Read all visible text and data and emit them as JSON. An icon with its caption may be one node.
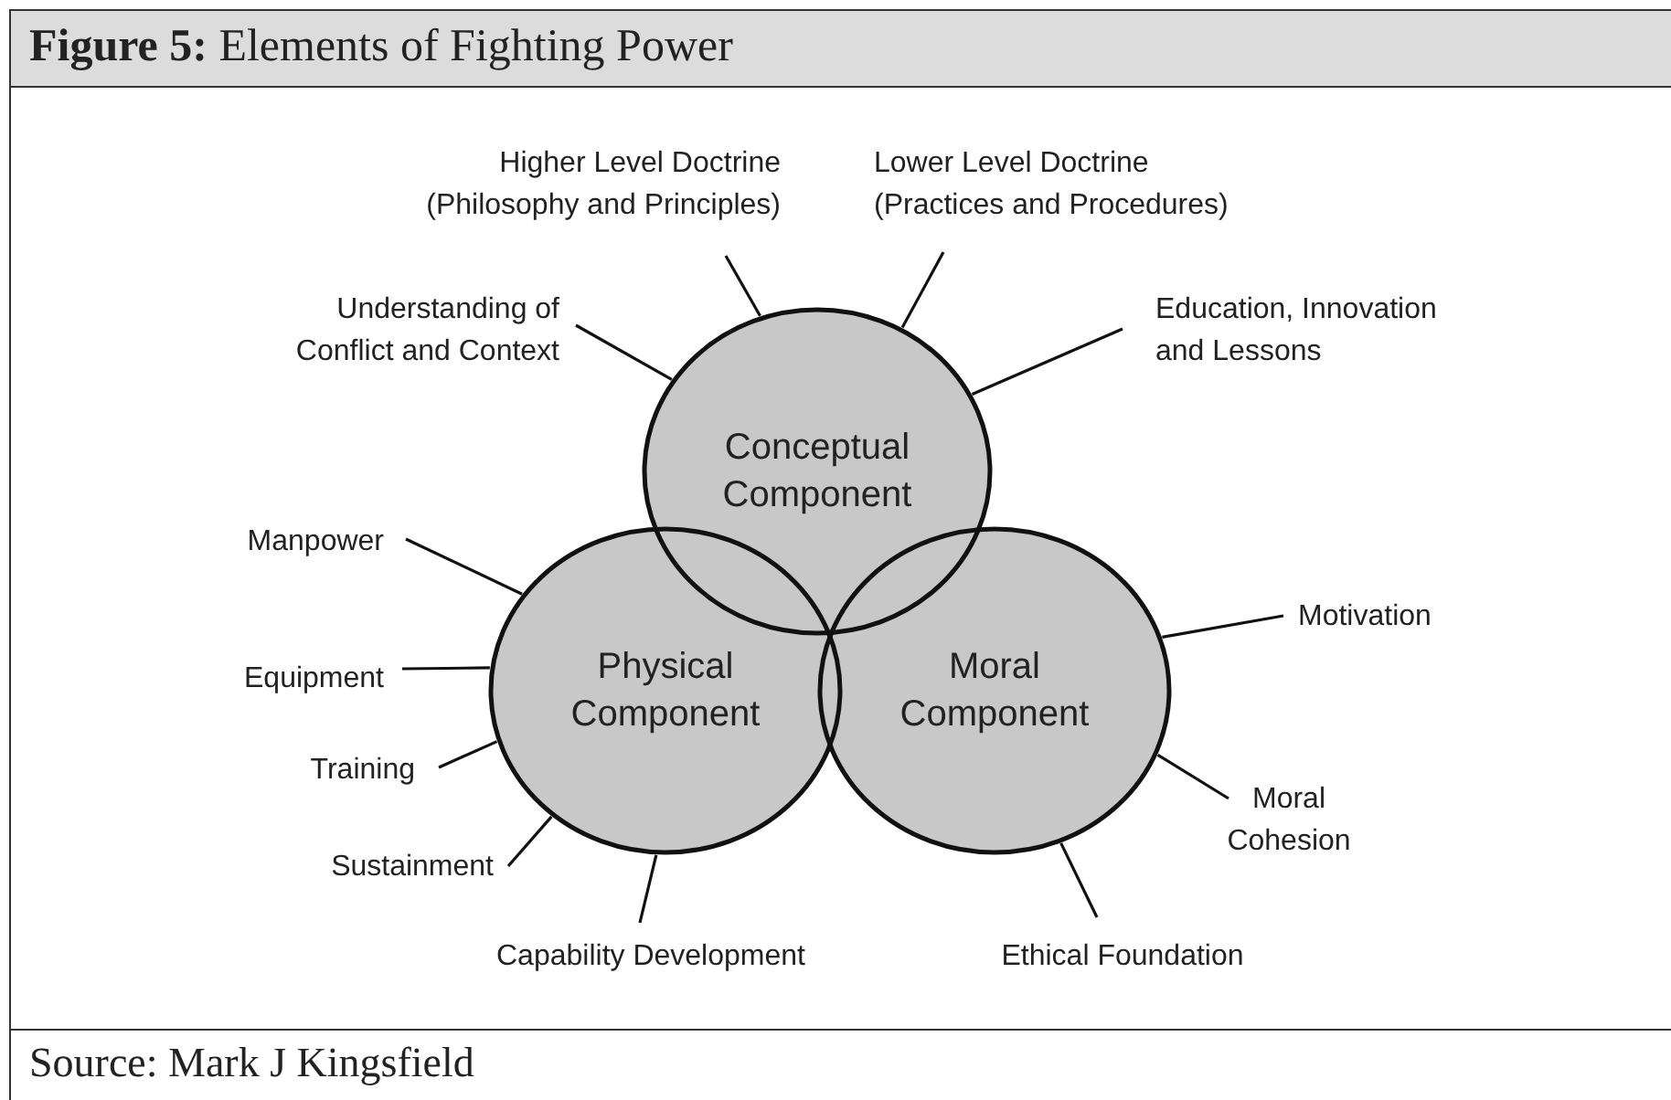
{
  "diagram": {
    "title": "**Figure 5:** Elements of Fighting Power",
    "caption": "Source: Mark J Kingsfield",
    "nodes": [
      {
        "text": [
          "Conceptual Component"
        ]
      },
      {
        "text": [
          "Physical Component"
        ]
      },
      {
        "text": [
          "Moral Component"
        ]
      },
      {
        "text": [
          "Higher Level Doctrine (Philosophy and Principles)"
        ]
      },
      {
        "text": [
          "Lower Level Doctrine (Practices and Procedures)"
        ]
      },
      {
        "text": [
          "Understanding of Conflict and Context"
        ]
      },
      {
        "text": [
          "Education, Innovation and Lessons"
        ]
      },
      {
        "text": [
          "Manpower"
        ]
      },
      {
        "text": [
          "Motivation"
        ]
      },
      {
        "text": [
          "Equipment"
        ]
      },
      {
        "text": [
          "Training"
        ]
      },
      {
        "text": [
          "Moral Cohesion"
        ]
      },
      {
        "text": [
          "Sustainment"
        ]
      },
      {
        "text": [
          "Capability Development"
        ]
      },
      {
        "text": [
          "Ethical Foundation"
        ]
      }
    ],
    "edges": [
      {
        "from": 3,
        "to": 0,
        "arrow": "none"
      },
      {
        "from": 4,
        "to": 0,
        "arrow": "none"
      },
      {
        "from": 5,
        "to": 0,
        "arrow": "none"
      },
      {
        "from": 6,
        "to": 0,
        "arrow": "none"
      },
      {
        "from": 7,
        "to": 1,
        "arrow": "none"
      },
      {
        "from": 8,
        "to": 2,
        "arrow": "none"
      },
      {
        "from": 9,
        "to": 1,
        "arrow": "none"
      },
      {
        "from": 10,
        "to": 1,
        "arrow": "none"
      },
      {
        "from": 11,
        "to": 2,
        "arrow": "none"
      },
      {
        "from": 12,
        "to": 1,
        "arrow": "none"
      },
      {
        "from": 13,
        "to": 1,
        "arrow": "none"
      },
      {
        "from": 14,
        "to": 2,
        "arrow": "none"
      }
    ]
  }
}
